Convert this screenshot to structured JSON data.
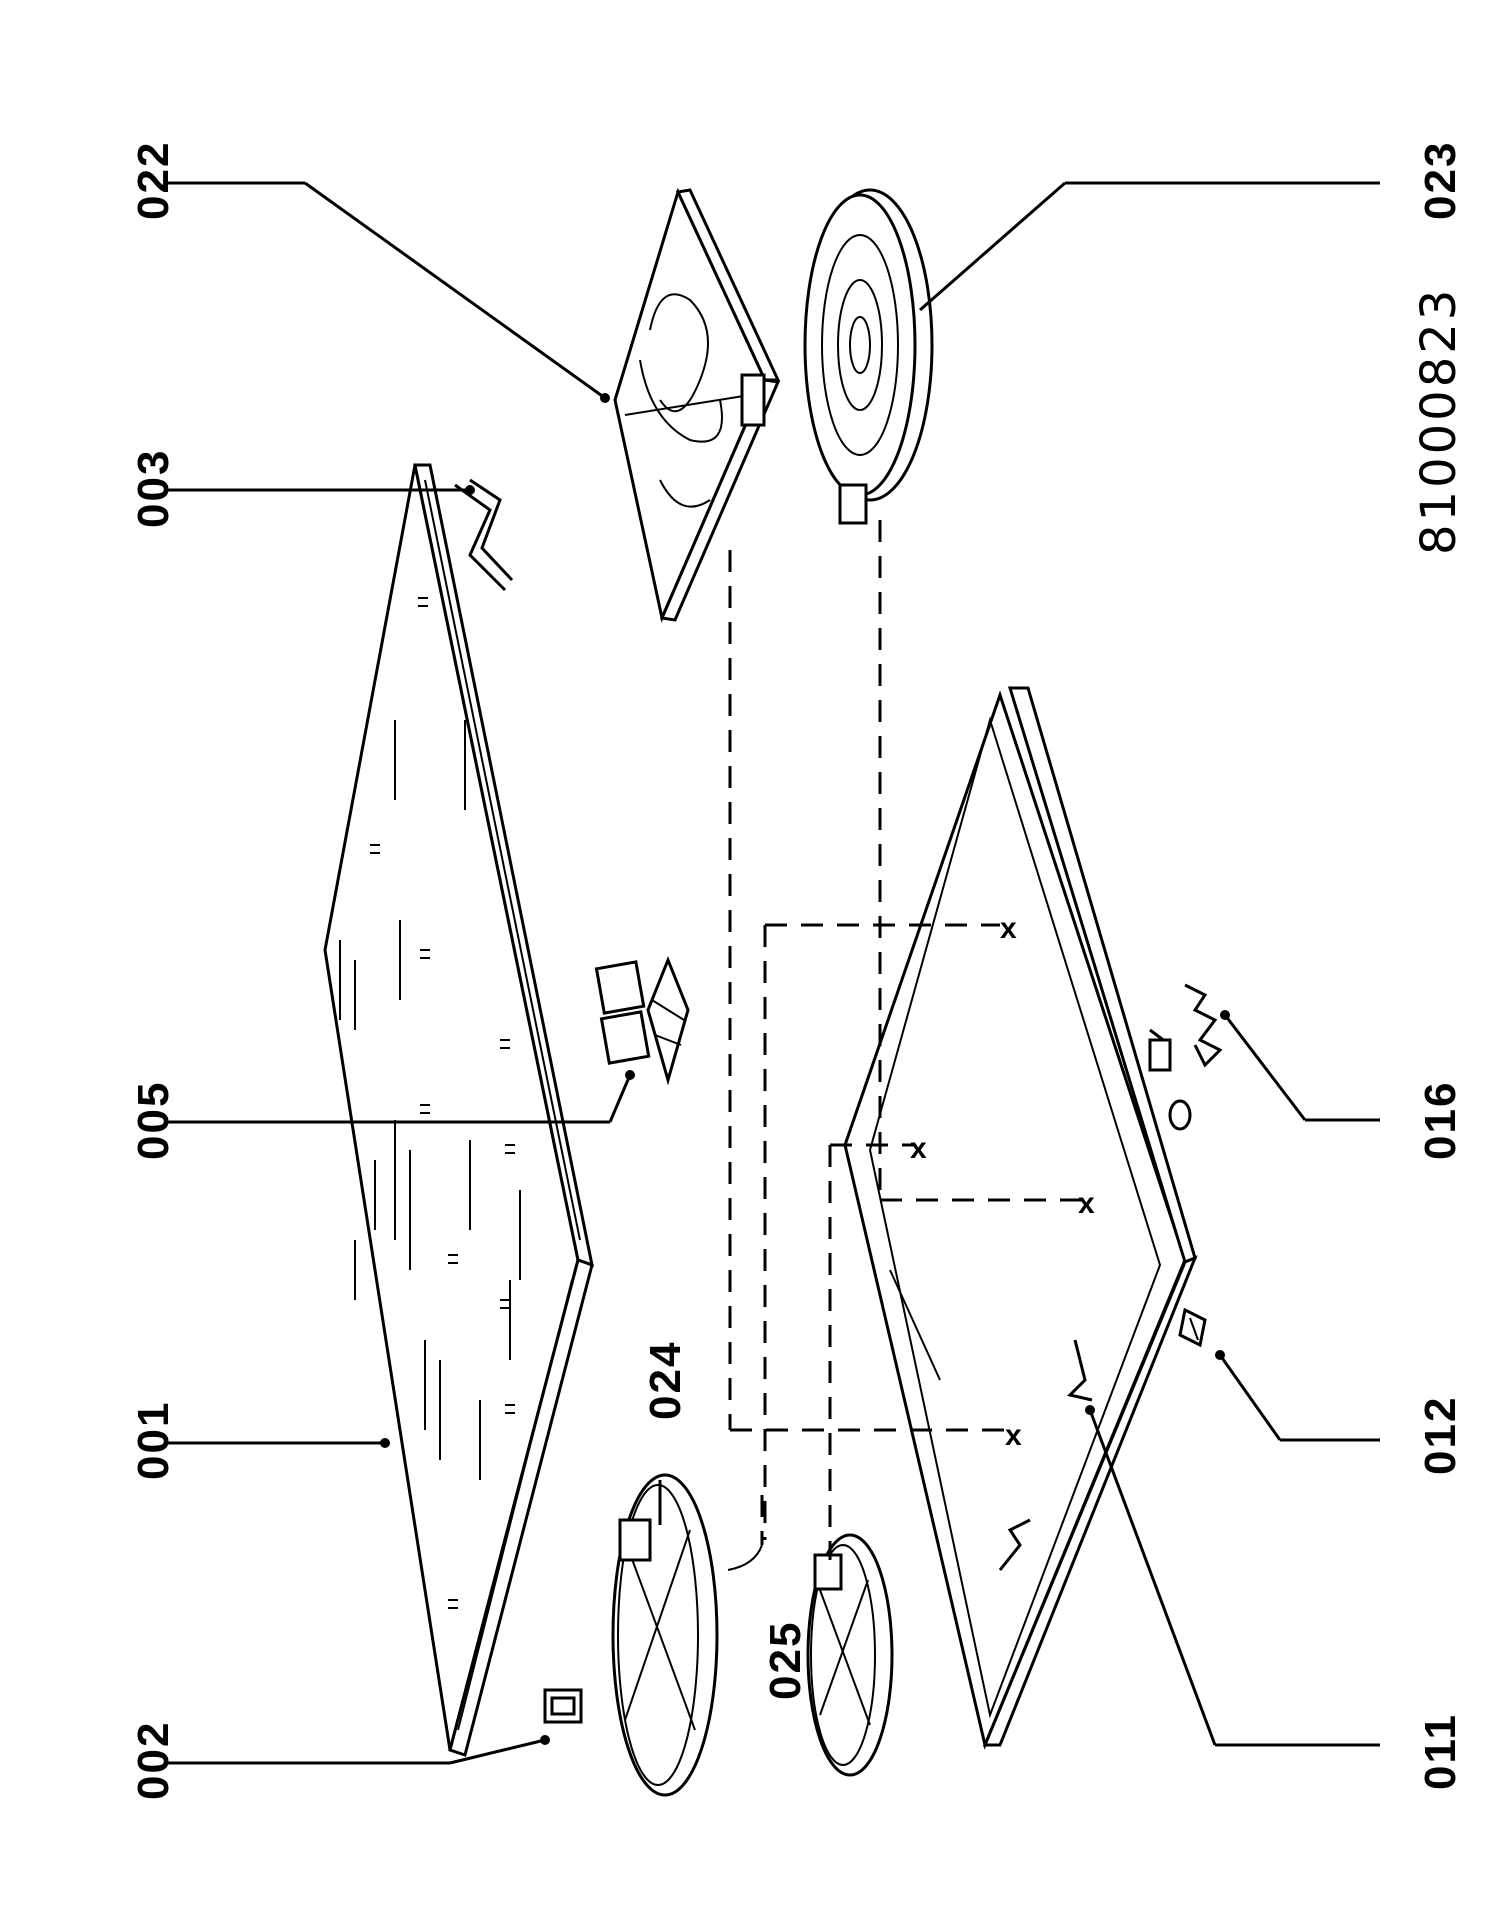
{
  "drawing": {
    "code": "81000823",
    "callouts": [
      {
        "id": "c002",
        "label": "002"
      },
      {
        "id": "c001",
        "label": "001"
      },
      {
        "id": "c005",
        "label": "005"
      },
      {
        "id": "c003",
        "label": "003"
      },
      {
        "id": "c022",
        "label": "022"
      },
      {
        "id": "c023",
        "label": "023"
      },
      {
        "id": "c024",
        "label": "024"
      },
      {
        "id": "c025",
        "label": "025"
      },
      {
        "id": "c011",
        "label": "011"
      },
      {
        "id": "c012",
        "label": "012"
      },
      {
        "id": "c016",
        "label": "016"
      }
    ]
  }
}
